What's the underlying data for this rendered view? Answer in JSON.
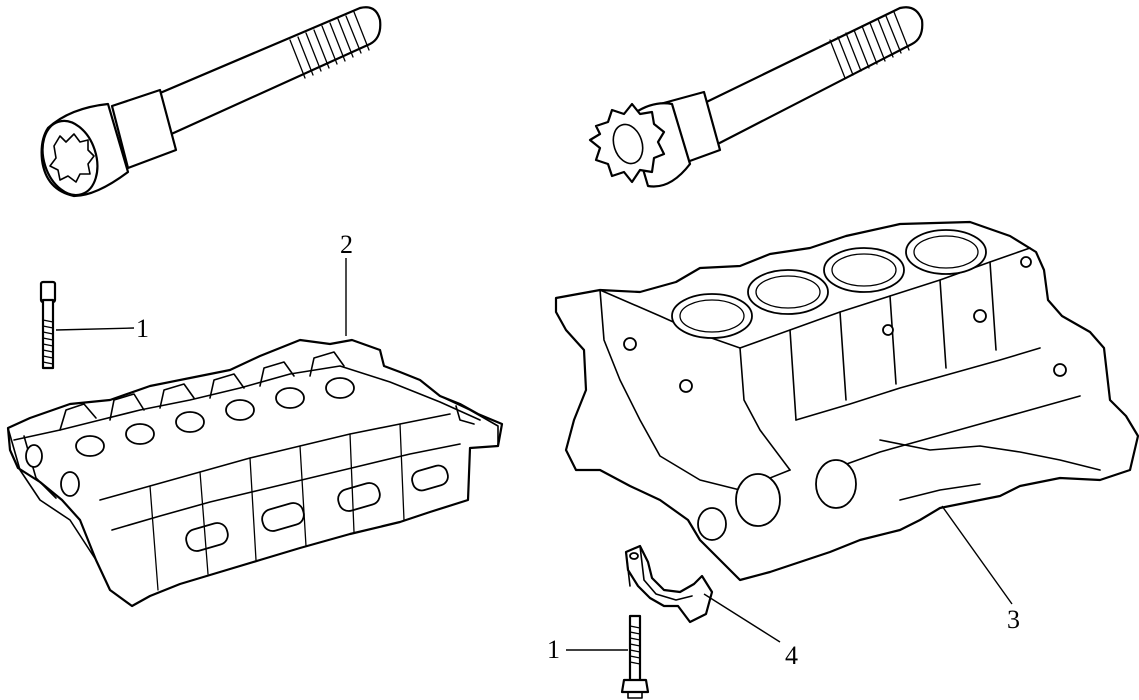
{
  "callouts": {
    "c1_top": "1",
    "c2": "2",
    "c3": "3",
    "c4": "4",
    "c1_bottom": "1"
  },
  "colors": {
    "line": "#000000",
    "background": "#ffffff"
  }
}
